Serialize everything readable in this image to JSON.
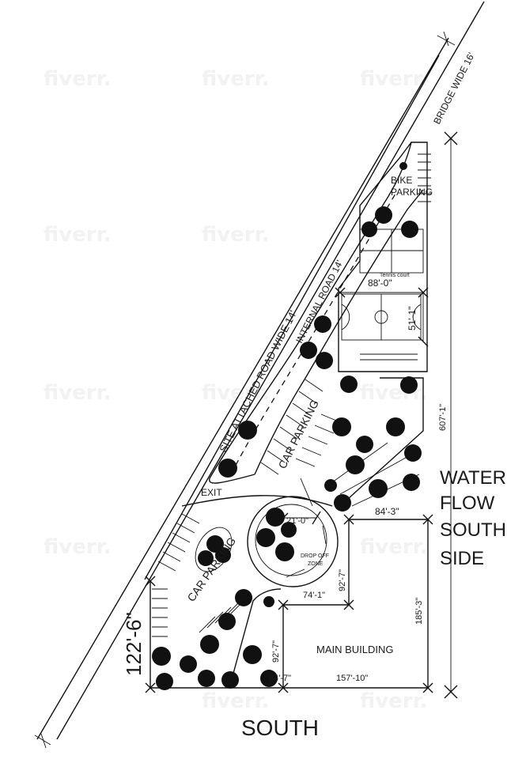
{
  "watermark": "fiverr.",
  "labels": {
    "bridge": "BRIDGE WIDE 16'",
    "bike_parking": [
      "BIKE",
      "PARKING"
    ],
    "tennis_court": "Tennis court",
    "dim_88": "88'-0\"",
    "dim_51": "51'-1\"",
    "internal_road": "INTERNAL ROAD 14'",
    "site_road": "SITE ATTACHED ROAD WIDE 14'",
    "car_parking_upper": "CAR PARKING",
    "car_parking_lower": "CAR PARKING",
    "dim_607": "607'-1\"",
    "water_flow": [
      "WATER",
      "FLOW",
      "SOUTH",
      "SIDE"
    ],
    "exit": "EXIT",
    "dim_84": "84'-3\"",
    "dim_21": "21'-0\"",
    "drop_off": [
      "DROP OFF",
      "ZONE"
    ],
    "dim_92_upper": "92'-7\"",
    "dim_74": "74'-1\"",
    "dim_185": "185'-3\"",
    "dim_122": "122'-6\"",
    "main_building": "MAIN BUILDING",
    "dim_92_lower": "92'-7\"",
    "dim_94": "94'-7\"",
    "dim_157": "157'-10\"",
    "south": "SOUTH"
  }
}
